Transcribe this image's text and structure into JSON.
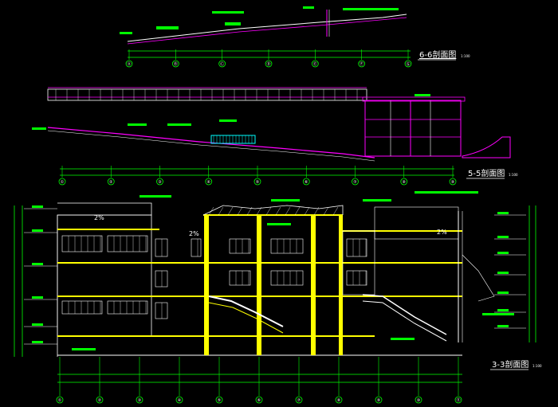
{
  "section_titles": {
    "s66": "6-6剖面图",
    "s55": "5-5剖面图",
    "s33": "3-3剖面图"
  },
  "scale_label": "1:100",
  "axes": {
    "s66": [
      "Ⓐ",
      "Ⓑ",
      "Ⓒ",
      "Ⓓ",
      "Ⓔ",
      "Ⓕ",
      "Ⓖ"
    ],
    "s55": [
      "①",
      "②",
      "③",
      "④",
      "⑤",
      "⑥",
      "⑦",
      "⑧",
      "⑨"
    ],
    "s33": [
      "①",
      "②",
      "③",
      "④",
      "⑤",
      "⑥",
      "⑦",
      "⑧",
      "⑨",
      "⑩",
      "⑪"
    ]
  },
  "slope_label": "2%",
  "colors": {
    "bg": "#000000",
    "yellow": "#ffff00",
    "magenta": "#ff00ff",
    "white": "#ffffff",
    "green": "#00ff00",
    "cyan": "#00ffff",
    "red": "#ff3030"
  }
}
